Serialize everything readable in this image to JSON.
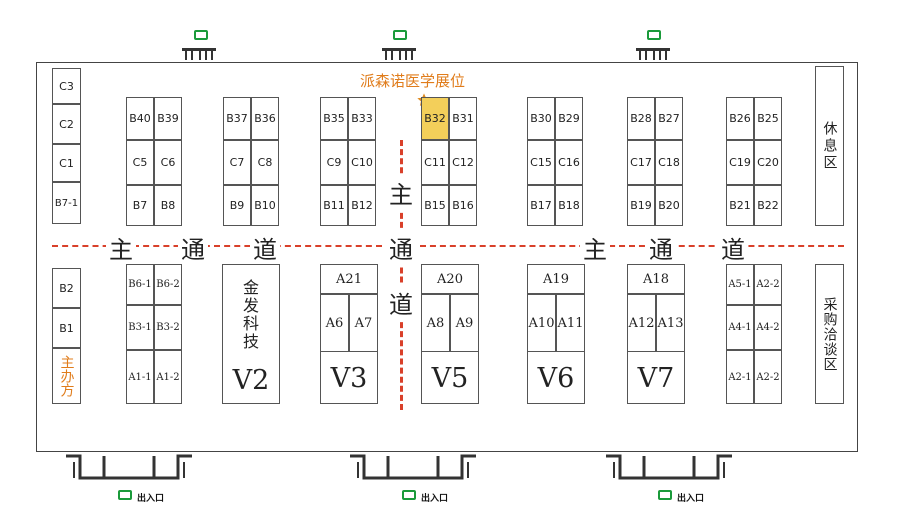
{
  "map": {
    "highlight_label": "派森诺医学展位",
    "highlight_booth": "B32",
    "main_aisle_chars": [
      "主",
      "通",
      "道"
    ],
    "vertical_aisle_chars": [
      "主",
      "通",
      "道"
    ],
    "rest_area": "休息区",
    "negotiation_area": "采购洽谈区",
    "organizer": "主办方",
    "exit_label": "出入口",
    "left_column_top": [
      "C3",
      "C2",
      "C1",
      "B7-1"
    ],
    "left_column_bottom": [
      "B2",
      "B1"
    ],
    "top_blocks": [
      {
        "cells": [
          [
            "B40",
            "B39"
          ],
          [
            "C5",
            "C6"
          ],
          [
            "B7",
            "B8"
          ]
        ]
      },
      {
        "cells": [
          [
            "B37",
            "B36"
          ],
          [
            "C7",
            "C8"
          ],
          [
            "B9",
            "B10"
          ]
        ]
      },
      {
        "cells": [
          [
            "B35",
            "B33"
          ],
          [
            "C9",
            "C10"
          ],
          [
            "B11",
            "B12"
          ]
        ]
      },
      {
        "cells": [
          [
            "B32",
            "B31"
          ],
          [
            "C11",
            "C12"
          ],
          [
            "B15",
            "B16"
          ]
        ]
      },
      {
        "cells": [
          [
            "B30",
            "B29"
          ],
          [
            "C15",
            "C16"
          ],
          [
            "B17",
            "B18"
          ]
        ]
      },
      {
        "cells": [
          [
            "B28",
            "B27"
          ],
          [
            "C17",
            "C18"
          ],
          [
            "B19",
            "B20"
          ]
        ]
      },
      {
        "cells": [
          [
            "B26",
            "B25"
          ],
          [
            "C19",
            "C20"
          ],
          [
            "B21",
            "B22"
          ]
        ]
      }
    ],
    "bottom_b_block": [
      [
        "B6-1",
        "B6-2"
      ],
      [
        "B3-1",
        "B3-2"
      ],
      [
        "A1-1",
        "A1-2"
      ]
    ],
    "jinfa": {
      "name": "金发科技",
      "v": "V2"
    },
    "a_blocks": [
      {
        "top": "A21",
        "left": "A6",
        "right": "A7",
        "v": "V3"
      },
      {
        "top": "A20",
        "left": "A8",
        "right": "A9",
        "v": "V5"
      },
      {
        "top": "A19",
        "left": "A10",
        "right": "A11",
        "v": "V6"
      },
      {
        "top": "A18",
        "left": "A12",
        "right": "A13",
        "v": "V7"
      }
    ],
    "bottom_right_block": [
      [
        "A5-1",
        "A2-2"
      ],
      [
        "A4-1",
        "A4-2"
      ],
      [
        "A2-1",
        "A2-2"
      ]
    ],
    "colors": {
      "highlight": "#f3cf5a",
      "aisle": "#d9402a",
      "accent_text": "#e07c1b",
      "exit_icon": "#1a9a3a"
    }
  }
}
